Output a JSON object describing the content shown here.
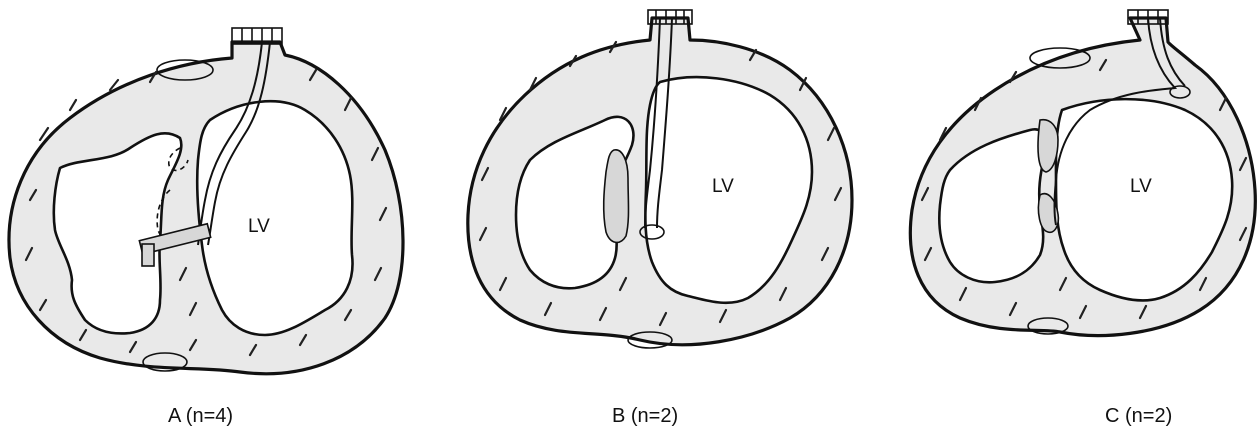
{
  "figure": {
    "panels": [
      {
        "id": "A",
        "caption": "A (n=4)",
        "chamber_label": "LV"
      },
      {
        "id": "B",
        "caption": "B (n=2)",
        "chamber_label": "LV"
      },
      {
        "id": "C",
        "caption": "C (n=2)",
        "chamber_label": "LV"
      }
    ]
  },
  "colors": {
    "ink": "#111111",
    "myocardium": "#e9e9e9",
    "background": "#ffffff"
  }
}
